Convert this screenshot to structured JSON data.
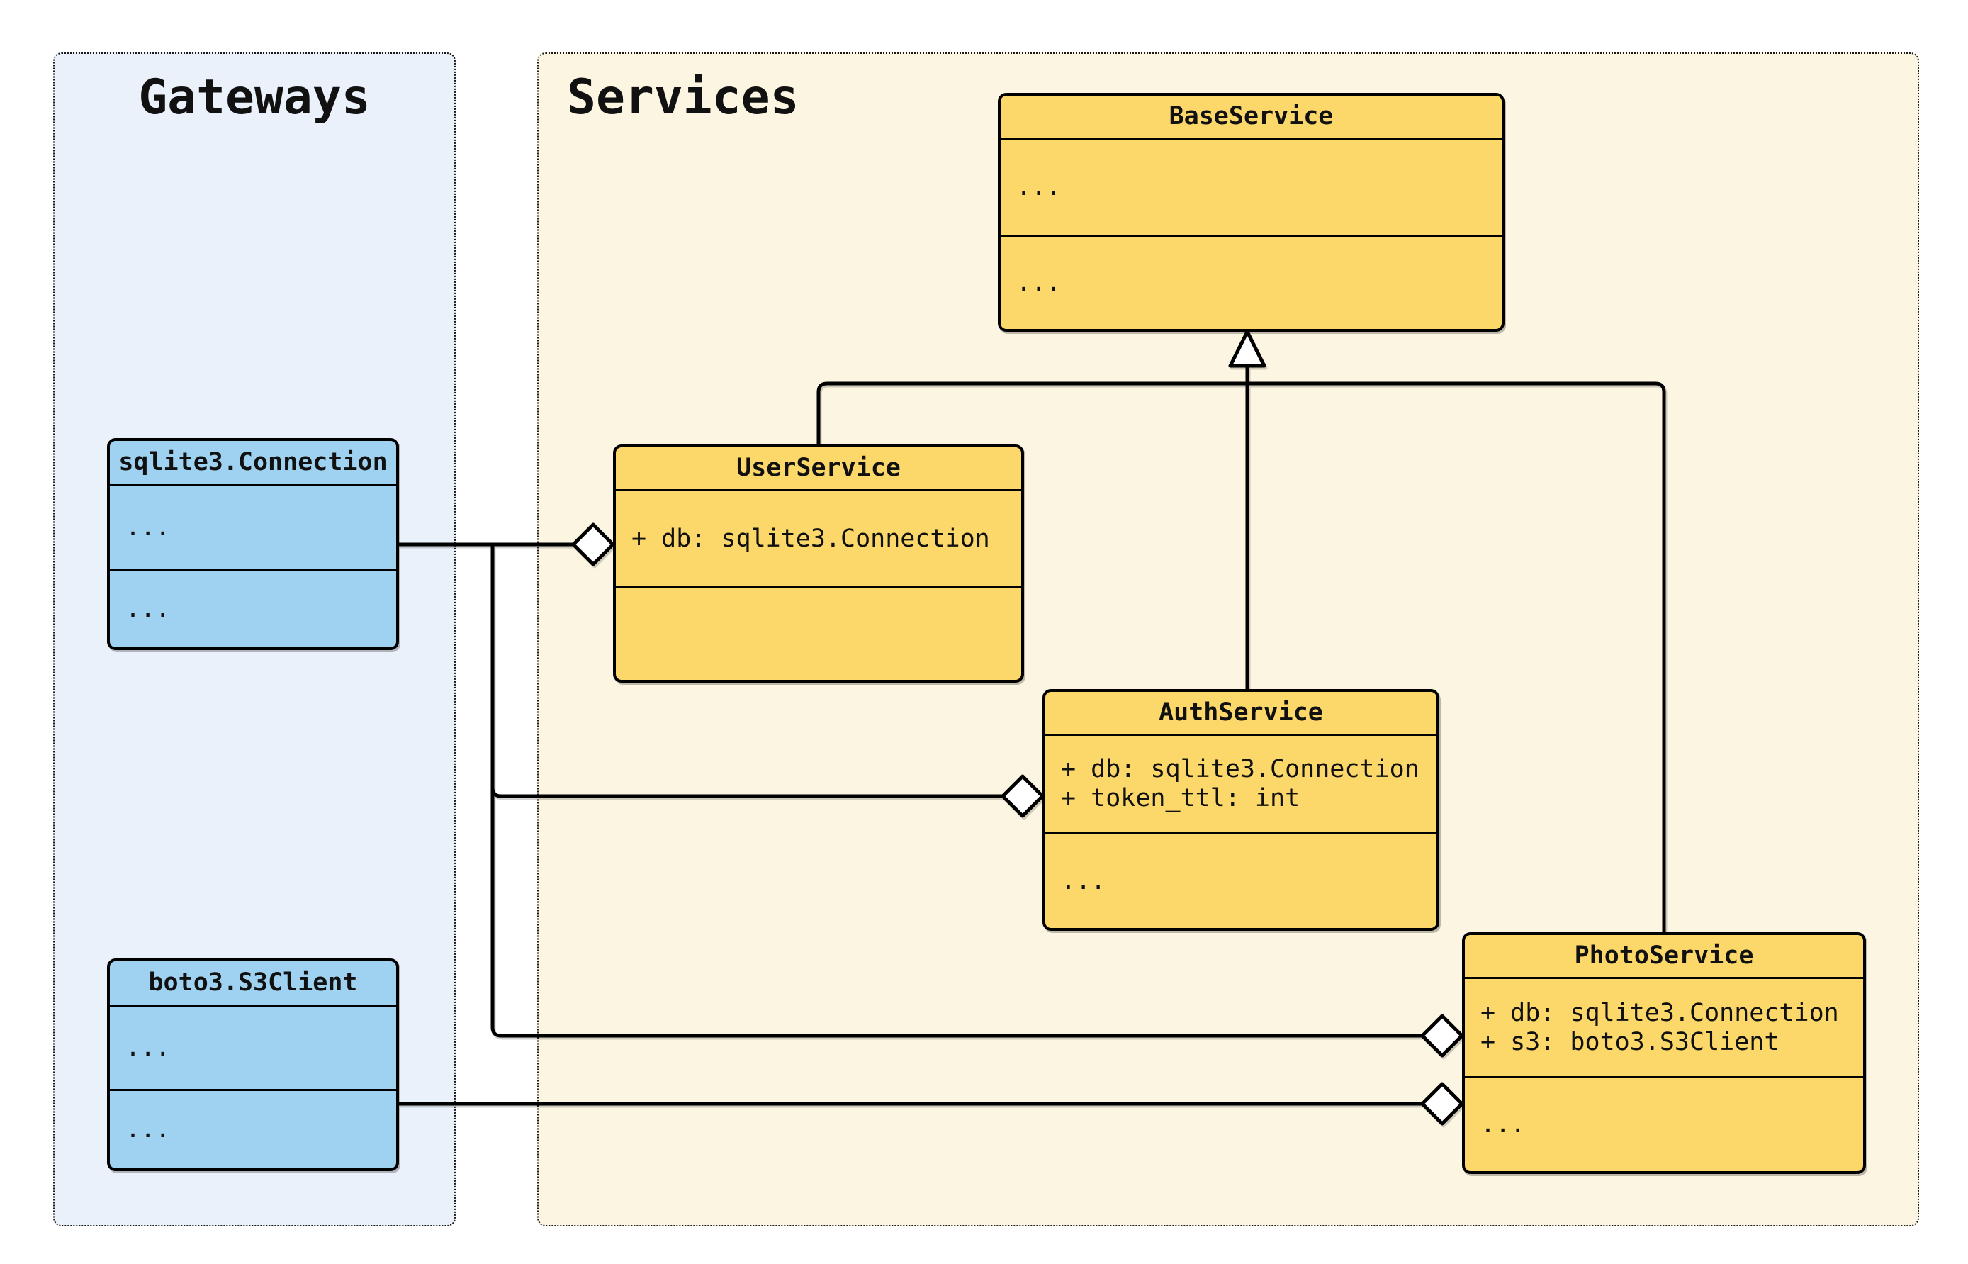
{
  "colors": {
    "page_bg": "#ffffff",
    "panel_fill_gateways": "#EAF1FA",
    "panel_fill_services": "#FCF5E1",
    "class_fill_yellow": "#FBD869",
    "class_fill_blue": "#9FD2F0",
    "stroke_color": "#000000",
    "marker_fill": "#ffffff",
    "text_color": "#111111"
  },
  "panels": {
    "gateways": {
      "title": "Gateways"
    },
    "services": {
      "title": "Services"
    }
  },
  "classes": {
    "base_service": {
      "title": "BaseService",
      "attributes": [
        "..."
      ],
      "methods": [
        "..."
      ]
    },
    "user_service": {
      "title": "UserService",
      "attributes": [
        "+ db: sqlite3.Connection"
      ],
      "methods": []
    },
    "auth_service": {
      "title": "AuthService",
      "attributes": [
        "+ db: sqlite3.Connection",
        "+ token_ttl: int"
      ],
      "methods": [
        "..."
      ]
    },
    "photo_service": {
      "title": "PhotoService",
      "attributes": [
        "+ db: sqlite3.Connection",
        "+ s3: boto3.S3Client"
      ],
      "methods": [
        "..."
      ]
    },
    "sqlite3_connection": {
      "title": "sqlite3.Connection",
      "attributes": [
        "..."
      ],
      "methods": [
        "..."
      ]
    },
    "boto3_s3client": {
      "title": "boto3.S3Client",
      "attributes": [
        "..."
      ],
      "methods": [
        "..."
      ]
    }
  },
  "relationships": {
    "inheritance": [
      {
        "from": "UserService",
        "to": "BaseService"
      },
      {
        "from": "AuthService",
        "to": "BaseService"
      },
      {
        "from": "PhotoService",
        "to": "BaseService"
      }
    ],
    "aggregation": [
      {
        "from": "sqlite3.Connection",
        "to": "UserService"
      },
      {
        "from": "sqlite3.Connection",
        "to": "AuthService"
      },
      {
        "from": "sqlite3.Connection",
        "to": "PhotoService"
      },
      {
        "from": "boto3.S3Client",
        "to": "PhotoService"
      }
    ]
  }
}
